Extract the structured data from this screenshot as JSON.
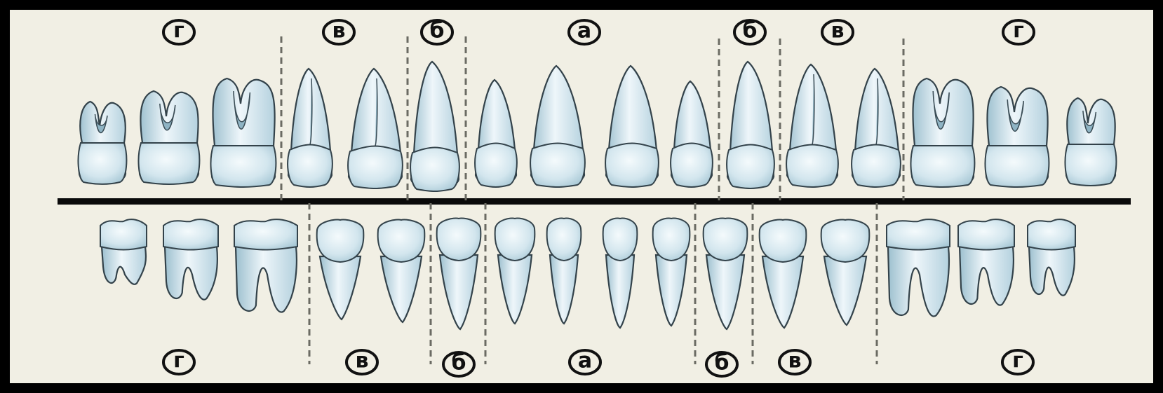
{
  "labels": {
    "top": [
      "г",
      "в",
      "б",
      "а",
      "б",
      "в",
      "г"
    ],
    "bottom": [
      "г",
      "в",
      "б",
      "а",
      "б",
      "в",
      "г"
    ]
  },
  "colors": {
    "background": "#f1efe4",
    "frame": "#000000",
    "tooth_light": "#eef6fa",
    "tooth_mid": "#c9e0ea",
    "tooth_dark": "#9dc0cf",
    "outline": "#33424a",
    "separator": "#6b6b63"
  },
  "teeth": {
    "upper": [
      {
        "name": "upper-molar-3",
        "type": "molar"
      },
      {
        "name": "upper-molar-2",
        "type": "molar"
      },
      {
        "name": "upper-molar-1",
        "type": "molar"
      },
      {
        "name": "upper-premolar-2",
        "type": "premolar"
      },
      {
        "name": "upper-premolar-1",
        "type": "premolar"
      },
      {
        "name": "upper-canine",
        "type": "canine"
      },
      {
        "name": "upper-incisor-lateral",
        "type": "incisor"
      },
      {
        "name": "upper-incisor-central",
        "type": "incisor"
      },
      {
        "name": "upper-incisor-central",
        "type": "incisor"
      },
      {
        "name": "upper-incisor-lateral",
        "type": "incisor"
      },
      {
        "name": "upper-canine",
        "type": "canine"
      },
      {
        "name": "upper-premolar-1",
        "type": "premolar"
      },
      {
        "name": "upper-premolar-2",
        "type": "premolar"
      },
      {
        "name": "upper-molar-1",
        "type": "molar"
      },
      {
        "name": "upper-molar-2",
        "type": "molar"
      },
      {
        "name": "upper-molar-3",
        "type": "molar"
      }
    ],
    "lower": [
      {
        "name": "lower-molar-3",
        "type": "molar"
      },
      {
        "name": "lower-molar-2",
        "type": "molar"
      },
      {
        "name": "lower-molar-1",
        "type": "molar"
      },
      {
        "name": "lower-premolar-2",
        "type": "premolar"
      },
      {
        "name": "lower-premolar-1",
        "type": "premolar"
      },
      {
        "name": "lower-canine",
        "type": "canine"
      },
      {
        "name": "lower-incisor-lateral",
        "type": "incisor"
      },
      {
        "name": "lower-incisor-central",
        "type": "incisor"
      },
      {
        "name": "lower-incisor-central",
        "type": "incisor"
      },
      {
        "name": "lower-incisor-lateral",
        "type": "incisor"
      },
      {
        "name": "lower-canine",
        "type": "canine"
      },
      {
        "name": "lower-premolar-1",
        "type": "premolar"
      },
      {
        "name": "lower-premolar-2",
        "type": "premolar"
      },
      {
        "name": "lower-molar-1",
        "type": "molar"
      },
      {
        "name": "lower-molar-2",
        "type": "molar"
      },
      {
        "name": "lower-molar-3",
        "type": "molar"
      }
    ]
  }
}
